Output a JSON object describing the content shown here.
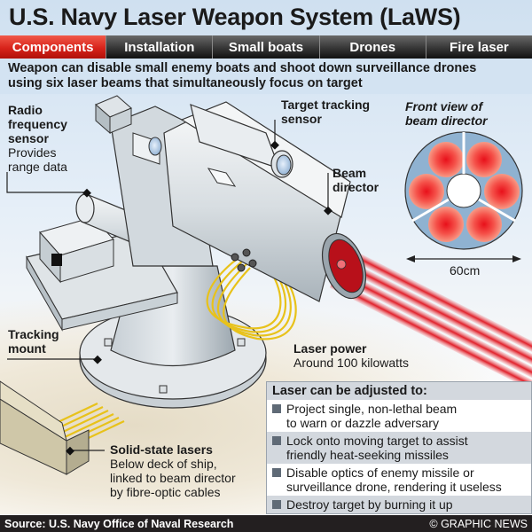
{
  "title": "U.S. Navy Laser Weapon System (LaWS)",
  "tabs": [
    {
      "label": "Components",
      "active": true
    },
    {
      "label": "Installation",
      "active": false
    },
    {
      "label": "Small boats",
      "active": false
    },
    {
      "label": "Drones",
      "active": false
    },
    {
      "label": "Fire laser",
      "active": false
    }
  ],
  "intro": {
    "line1": "Weapon can disable small enemy boats and shoot down surveillance drones",
    "line2": "using six laser beams that simultaneously focus on target"
  },
  "labels": {
    "radio_sensor": {
      "title_1": "Radio",
      "title_2": "frequency",
      "title_3": "sensor",
      "desc_1": "Provides",
      "desc_2": "range data"
    },
    "target_sensor": {
      "title_1": "Target tracking",
      "title_2": "sensor"
    },
    "beam_director": {
      "title_1": "Beam",
      "title_2": "director"
    },
    "front_view": {
      "title_1": "Front view of",
      "title_2": "beam director",
      "dimension": "60cm"
    },
    "tracking_mount": {
      "title_1": "Tracking",
      "title_2": "mount"
    },
    "laser_power": {
      "title": "Laser power",
      "desc": "Around 100 kilowatts"
    },
    "solid_state": {
      "title": "Solid-state lasers",
      "desc_1": "Below deck of ship,",
      "desc_2": "linked to beam director",
      "desc_3": "by fibre-optic cables"
    }
  },
  "panel": {
    "heading": "Laser can be adjusted to:",
    "items": [
      {
        "line1": "Project single, non-lethal beam",
        "line2": "to warn or dazzle adversary"
      },
      {
        "line1": "Lock onto moving target to assist",
        "line2": "friendly heat-seeking missiles"
      },
      {
        "line1": "Disable optics of enemy missile or",
        "line2": "surveillance drone, rendering it useless"
      },
      {
        "line1": "Destroy target by burning it up",
        "line2": ""
      }
    ]
  },
  "footer": {
    "source": "Source: U.S. Navy Office of Naval Research",
    "credit": "© GRAPHIC NEWS"
  },
  "colors": {
    "accent_red": "#d8231a",
    "laser_red": "#e8323a",
    "cable_yellow": "#f2c500",
    "intro_bg": "#d3e3f2",
    "footer_bg": "#231f20"
  }
}
